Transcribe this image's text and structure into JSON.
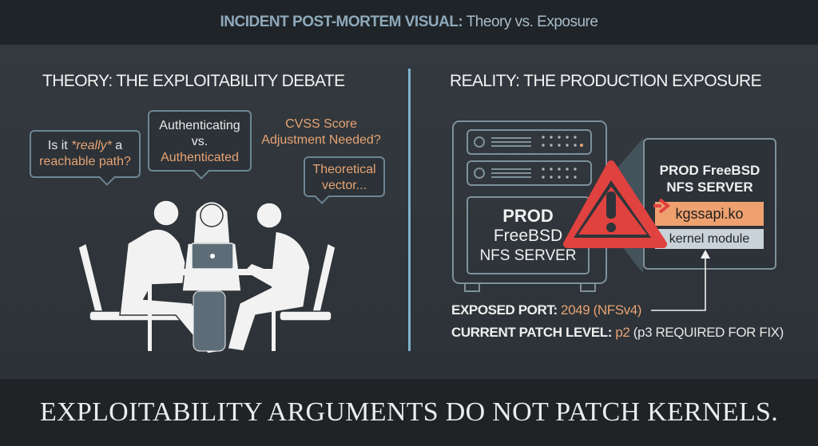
{
  "header": {
    "title_bold": "INCIDENT POST-MORTEM VISUAL:",
    "title_rest": "Theory vs. Exposure"
  },
  "theory": {
    "heading": "THEORY: THE EXPLOITABILITY DEBATE",
    "bubbles": [
      {
        "pre": "Is it ",
        "emph": "*really*",
        "post": " a",
        "line2": "reachable path?"
      },
      {
        "line1": "Authenticating",
        "line2": "vs.",
        "line3": "Authenticated"
      },
      {
        "line1": "CVSS Score",
        "line2": "Adjustment Needed?"
      },
      {
        "line1": "Theoretical",
        "line2": "vector..."
      }
    ]
  },
  "reality": {
    "heading": "REALITY: THE PRODUCTION EXPOSURE",
    "server": {
      "line1": "PROD",
      "line2": "FreeBSD",
      "line3": "NFS SERVER"
    },
    "callout": {
      "title1": "PROD FreeBSD",
      "title2": "NFS SERVER",
      "module": "kgssapi.ko",
      "module_type": "kernel module"
    },
    "port_label": "EXPOSED PORT:",
    "port_value": "2049 (NFSv4)",
    "patch_label": "CURRENT PATCH LEVEL:",
    "patch_value": "p2",
    "patch_note": "(p3 REQUIRED FOR FIX)"
  },
  "footer": {
    "text": "EXPLOITABILITY ARGUMENTS DO NOT PATCH KERNELS."
  },
  "colors": {
    "accent": "#e8a374",
    "divider": "#7fb1cc",
    "warning": "#e0423f"
  }
}
